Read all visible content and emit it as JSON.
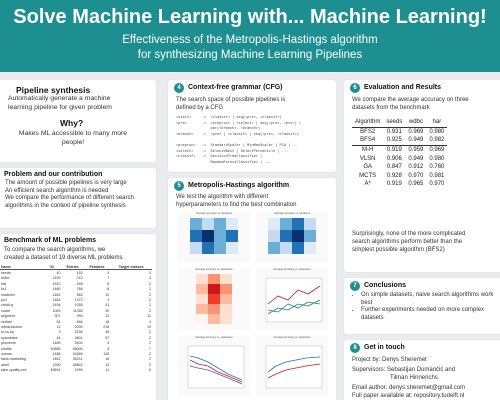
{
  "header": {
    "title": "Solve Machine Learning with... Machine Learning!",
    "subtitle_line1": "Effectiveness of the Metropolis-Hastings algorithm",
    "subtitle_line2": "for synthesizing Machine Learning Pipelines"
  },
  "pipeline": {
    "heading": "Pipeline synthesis",
    "body_line1": "Automatically generate a machine",
    "body_line2": "learning pipeline for given problem",
    "why_heading": "Why?",
    "why_line1": "Makes ML accessible to many more",
    "why_line2": "people!"
  },
  "problem": {
    "heading": "Problem and our contribution",
    "bullets": [
      "The amount of possible pipelines is very large",
      "An efficient search algorithm is needed",
      "We compare the performance of different search algorithms in the context of pipeline synthesis"
    ]
  },
  "benchmark": {
    "heading": "Benchmark of ML problems",
    "line1": "To compare the search algorithms, we",
    "line2": "created a dataset of 19 diverse ML problems",
    "columns": [
      "Name",
      "ID",
      "Entries",
      "Features",
      "Target classes"
    ],
    "rows": [
      [
        "seeds",
        "40",
        "152",
        "4",
        "3"
      ],
      [
        "wdbc",
        "1499",
        "210",
        "7",
        "3"
      ],
      [
        "har",
        "1510",
        "548",
        "8",
        "2"
      ],
      [
        "kc1",
        "1480",
        "768",
        "8",
        "2"
      ],
      [
        "madelon",
        "1462",
        "583",
        "10",
        "2"
      ],
      [
        "pc4",
        "1464",
        "1372",
        "4",
        "2"
      ],
      [
        "credit-g",
        "1494",
        "1055",
        "41",
        "2"
      ],
      [
        "vowel",
        "1063",
        "11055",
        "30",
        "2"
      ],
      [
        "segment",
        "307",
        "990",
        "12",
        "11"
      ],
      [
        "vehicle",
        "54",
        "846",
        "18",
        "4"
      ],
      [
        "mfeat-factors",
        "12",
        "2000",
        "216",
        "10"
      ],
      [
        "kr-vs-kp",
        "3",
        "3196",
        "36",
        "2"
      ],
      [
        "spambase",
        "44",
        "4601",
        "57",
        "2"
      ],
      [
        "phoneme",
        "1489",
        "5404",
        "5",
        "2"
      ],
      [
        "shuttle",
        "40685",
        "58000",
        "9",
        "7"
      ],
      [
        "nomao",
        "1486",
        "34465",
        "118",
        "2"
      ],
      [
        "bank-marketing",
        "1461",
        "45211",
        "16",
        "2"
      ],
      [
        "adult",
        "1590",
        "48842",
        "14",
        "2"
      ],
      [
        "wine-quality-red",
        "40691",
        "1599",
        "11",
        "6"
      ]
    ]
  },
  "cfg": {
    "number": "4",
    "heading": "Context-free grammar (CFG)",
    "body_line1": "The search space of possible pipelines is",
    "body_line2": "defined by a CFG",
    "grammar": "<start>     ->  <classif> | seq(<pre>, <classif>)\n<pre>       ->  <preproc> | <select> | seq(<pre>, <pre>) |\n                par(<branch>, <branch>)\n<branch>    ->  <pre> | <classif> | seq(<pre>, <classif>)\n\n<preproc>   ->  StandardScaler | MinMaxScaler | PCA | ...\n<select>    ->  SelectKBest | SelectPercentile | ...\n<classif>   ->  DecisionTreeClassifier |\n                RandomForestClassifier | ..."
  },
  "mh": {
    "number": "5",
    "heading": "Metropolis-Hastings algorithm",
    "body_line1": "We test the algorithm with different",
    "body_line2": "hyperparameters to find the best combination",
    "plots": [
      {
        "title": "Average accuracy vs. iterations"
      },
      {
        "title": "Average accuracy vs. iterations"
      },
      {
        "title": "Average accuracy vs. parameter"
      },
      {
        "title": "Average accuracy vs. parameter"
      },
      {
        "title": "Average accuracy vs. parameter"
      },
      {
        "title": "Average accuracy vs. parameter"
      }
    ]
  },
  "evaluation": {
    "number": "6",
    "heading": "Evaluation and Results",
    "body_line1": "We compare the average accuracy on three",
    "body_line2": "datasets from the benchmark",
    "columns": [
      "Algorithm",
      "seeds",
      "wdbc",
      "har"
    ],
    "rows": [
      [
        "BFS2",
        "0.931",
        "0.969",
        "0.980"
      ],
      [
        "BFS4",
        "0.925",
        "0.949",
        "0.982"
      ],
      [
        "M-H",
        "0.919",
        "0.959",
        "0.969"
      ],
      [
        "VLSN",
        "0.906",
        "0.949",
        "0.980"
      ],
      [
        "GA",
        "0.847",
        "0.912",
        "0.760"
      ],
      [
        "MCTS",
        "0.928",
        "0.970",
        "0.981"
      ],
      [
        "A*",
        "0.919",
        "0.965",
        "0.970"
      ]
    ],
    "note_line1": "Surprisingly, none of the more complicated",
    "note_line2": "search algorithms perform better than the",
    "note_line3": "simplest possible algorithm (BFS2)"
  },
  "conclusions": {
    "number": "7",
    "heading": "Conclusions",
    "bullets": [
      "On simple datasets, naive search algorithms work best",
      "Further experiments needed on more complex datasets"
    ]
  },
  "contact": {
    "number": "8",
    "heading": "Get in touch",
    "project": "Project by: Denys Sheremet",
    "supervisors_line1": "Supervisors: Sebastijan Dumančić and",
    "supervisors_line2": "Tilman Hinnerichs",
    "email": "Email author: denys.sheremet@gmail.com",
    "paper": "Full paper available at: repository.tudelft.nl"
  },
  "colors": {
    "accent": "#1e8f90",
    "background": "#e9ebee",
    "heat_dark": "#08306b",
    "heat_light": "#c6dbef",
    "heat_red": "#cb181d"
  }
}
